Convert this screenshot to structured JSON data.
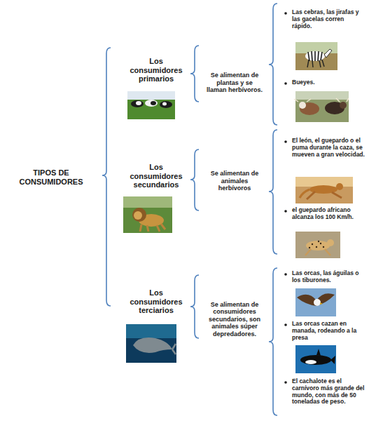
{
  "diagram": {
    "title": "TIPOS DE CONSUMIDORES",
    "labels": [
      "Los consumidores primarios",
      "Se alimentan de plantas y se llaman herbívoros.",
      "Las cebras, las jirafas y las gacelas corren rápido.",
      "Bueyes.",
      "Los consumidores secundarios",
      "Se alimentan de animales herbívoros",
      "El león, el guepardo o el puma durante la caza, se mueven a gran velocidad.",
      "el guepardo africano alcanza los 100 Km/h.",
      "Los consumidores terciarios",
      "Se alimentan de consumidores secundarios, son animales súper depredadores.",
      "Las orcas, las águilas o los tiburones.",
      "Las orcas cazan en manada, rodeando a la presa",
      "El cachalote es el carnívoro más grande del mundo, con más de 50 toneladas de peso."
    ]
  }
}
